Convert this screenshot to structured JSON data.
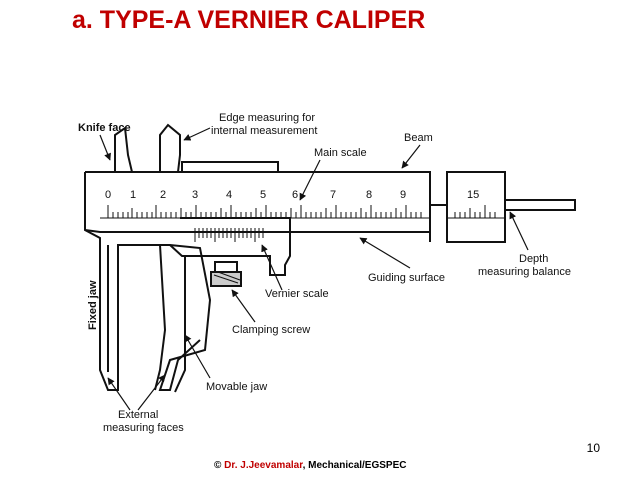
{
  "title": "a. TYPE-A VERNIER CALIPER",
  "diagram": {
    "labels": {
      "knife_face": "Knife face",
      "edge_measuring_line1": "Edge measuring for",
      "edge_measuring_line2": "internal measurement",
      "beam": "Beam",
      "main_scale": "Main scale",
      "depth_line1": "Depth",
      "depth_line2": "measuring balance",
      "guiding_surface": "Guiding surface",
      "vernier_scale": "Vernier scale",
      "clamping_screw": "Clamping screw",
      "movable_jaw": "Movable jaw",
      "external_line1": "External",
      "external_line2": "measuring faces",
      "fixed_jaw": "Fixed jaw"
    },
    "scale_numbers": [
      "0",
      "1",
      "2",
      "3",
      "4",
      "5",
      "6",
      "7",
      "8",
      "9"
    ],
    "scale_number_end": "15"
  },
  "page_number": "10",
  "footer": {
    "symbol": "©",
    "author": "Dr. J.Jeevamalar",
    "dept": ", Mechanical/EGSPEC"
  }
}
